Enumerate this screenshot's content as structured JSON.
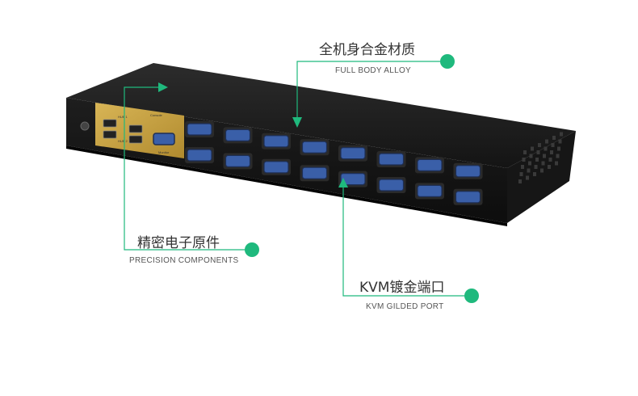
{
  "colors": {
    "accent": "#1fb97d",
    "device_body": "#1b1b1b",
    "gold_panel": "#c9a445",
    "vga_port": "#3a5fa8"
  },
  "callouts": [
    {
      "cn": "全机身合金材质",
      "en": "FULL BODY ALLOY"
    },
    {
      "cn": "精密电子原件",
      "en": "PRECISION COMPONENTS"
    },
    {
      "cn": "KVM镀金端口",
      "en": "KVM GILDED PORT"
    }
  ],
  "device_labels": {
    "hub1": "HUB 1",
    "hub2": "HUB 2",
    "console": "Console",
    "monitor": "Monitor"
  },
  "icons": {
    "marker": "green-dot-icon",
    "pointer": "green-arrow-icon"
  }
}
